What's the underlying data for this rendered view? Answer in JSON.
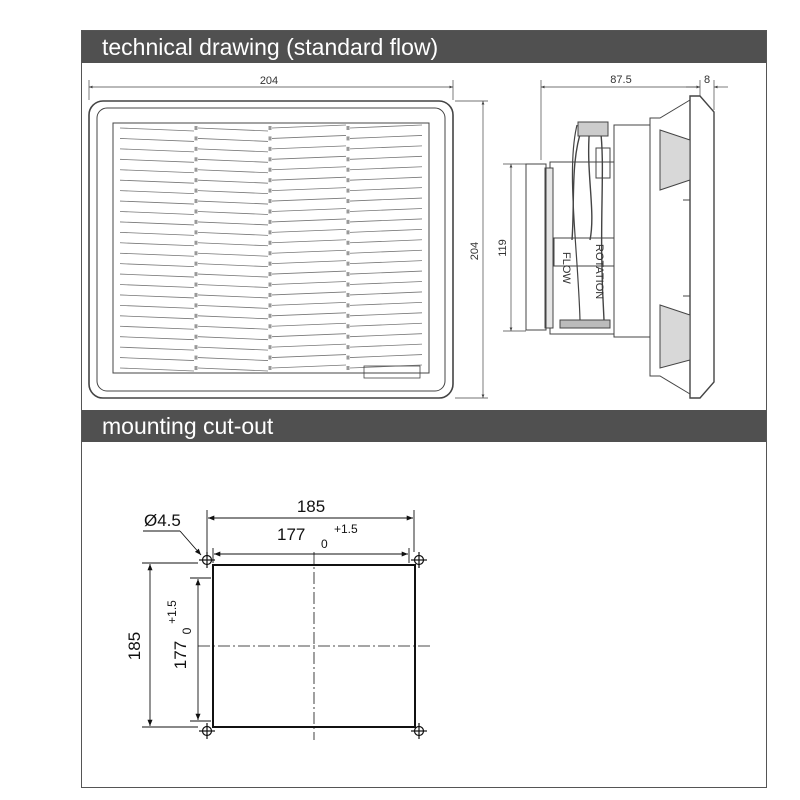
{
  "sections": {
    "technical_title": "technical drawing (standard flow)",
    "mounting_title": "mounting cut-out"
  },
  "technical": {
    "front_width": "204",
    "front_height": "204",
    "side_depth": "87.5",
    "side_flange": "8",
    "side_height": "119",
    "label_flow": "FLOW",
    "label_rotation": "ROTATION"
  },
  "cutout": {
    "hole_diameter": "Ø4.5",
    "outer_width": "185",
    "inner_width": "177",
    "inner_width_tol_plus": "+1.5",
    "inner_width_tol_minus": "0",
    "outer_height": "185",
    "inner_height": "177",
    "inner_height_tol_plus": "+1.5",
    "inner_height_tol_minus": "0"
  },
  "colors": {
    "header_bg": "#505050",
    "header_text": "#ffffff",
    "line": "#333333"
  }
}
